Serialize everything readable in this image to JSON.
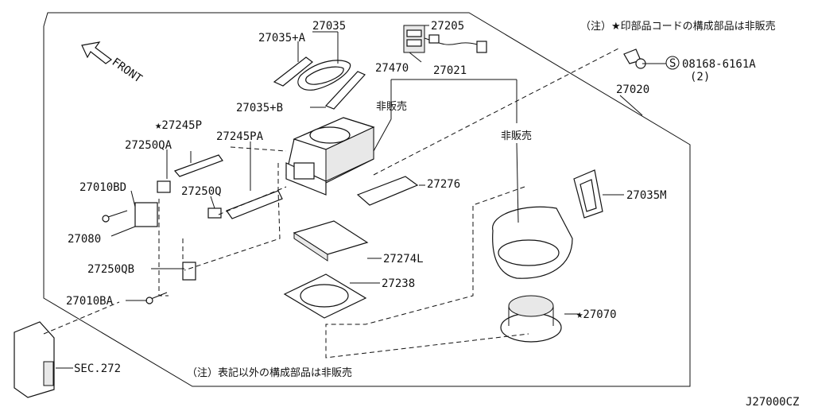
{
  "notes": {
    "top": "（注）★印部品コードの構成部品は非販売",
    "bottom": "（注）表記以外の構成部品は非販売"
  },
  "front_label": "FRONT",
  "diagram_code": "J27000CZ",
  "not_sold_label": "非販売",
  "screw_code": "08168-6161A",
  "screw_circle": "S",
  "screw_qty": "(2)",
  "parts": {
    "p27035": "27035",
    "p27035A": "27035+A",
    "p27205": "27205",
    "p27470": "27470",
    "p27021": "27021",
    "p27035B": "27035+B",
    "p27245P": "★27245P",
    "p27245PA": "27245PA",
    "p27250QA": "27250QA",
    "p27010BD": "27010BD",
    "p27250Q": "27250Q",
    "p27080": "27080",
    "p27276": "27276",
    "p27020": "27020",
    "p27035M": "27035M",
    "p27274L": "27274L",
    "p27250QB": "27250QB",
    "p27238": "27238",
    "p27010BA": "27010BA",
    "p27070": "★27070",
    "sec272": "SEC.272"
  }
}
